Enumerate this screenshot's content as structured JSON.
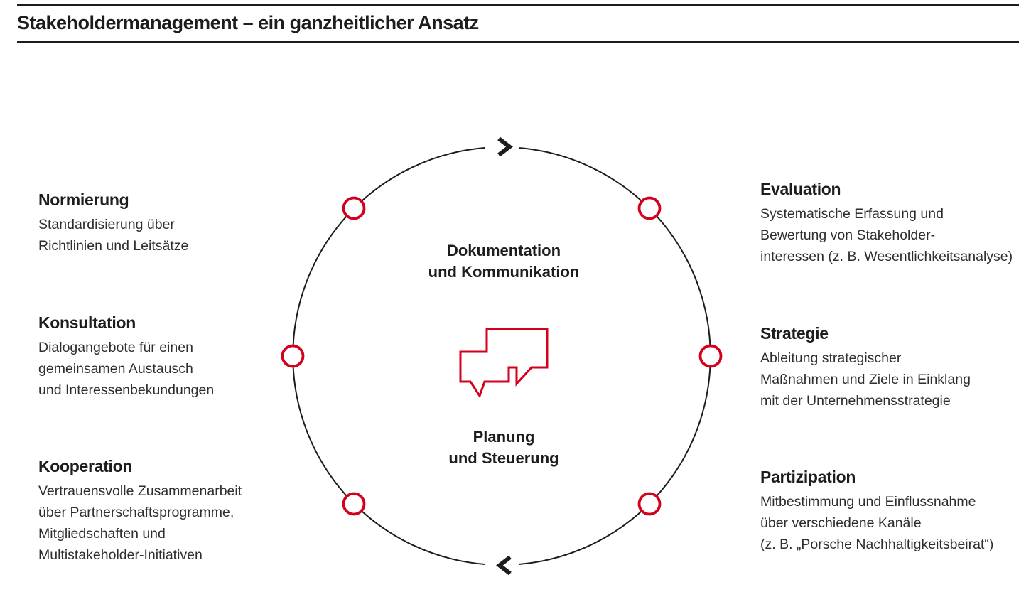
{
  "title": "Stakeholdermanagement – ein ganzheitlicher Ansatz",
  "colors": {
    "accent_red": "#D5001C",
    "ink": "#1D1D1B"
  },
  "cycle": {
    "top_label_line1": "Dokumentation",
    "top_label_line2": "und Kommunikation",
    "bottom_label_line1": "Planung",
    "bottom_label_line2": "und Steuerung",
    "center_icon": "speech-bubbles-icon",
    "rotation_icons": [
      "chevron-right-icon",
      "chevron-left-icon"
    ],
    "node_count": 6
  },
  "left_items": [
    {
      "heading": "Normierung",
      "lines": [
        "Standardisierung über",
        "Richtlinien und Leitsätze"
      ]
    },
    {
      "heading": "Konsultation",
      "lines": [
        "Dialogangebote für einen",
        "gemeinsamen Austausch",
        "und Interessenbekundungen"
      ]
    },
    {
      "heading": "Kooperation",
      "lines": [
        "Vertrauensvolle Zusammenarbeit",
        "über Partnerschaftsprogramme,",
        "Mitgliedschaften und",
        "Multistakeholder-Initiativen"
      ]
    }
  ],
  "right_items": [
    {
      "heading": "Evaluation",
      "lines": [
        "Systematische Erfassung und",
        "Bewertung von Stakeholder-",
        "interessen (z. B. Wesentlichkeitsanalyse)"
      ]
    },
    {
      "heading": "Strategie",
      "lines": [
        "Ableitung strategischer",
        "Maßnahmen und Ziele in Einklang",
        "mit der Unternehmensstrategie"
      ]
    },
    {
      "heading": "Partizipation",
      "lines": [
        "Mitbestimmung und Einflussnahme",
        "über verschiedene Kanäle",
        "(z. B. „Porsche Nachhaltigkeitsbeirat“)"
      ]
    }
  ]
}
